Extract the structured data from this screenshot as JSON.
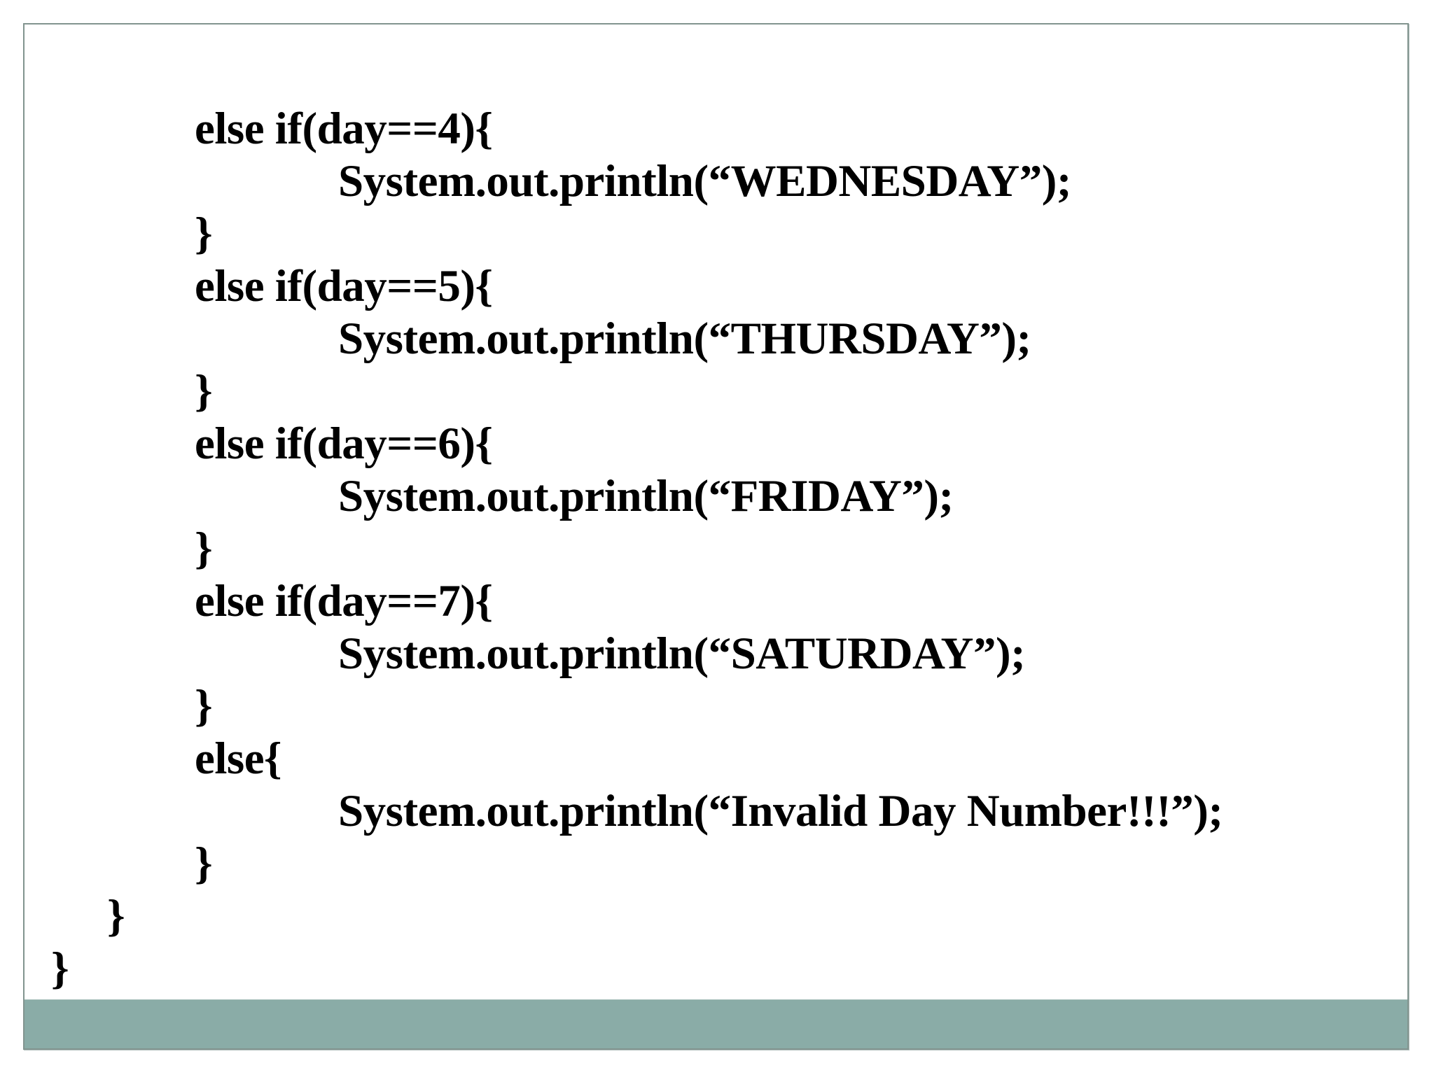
{
  "slide": {
    "background_color": "#ffffff",
    "border_color": "#82948f",
    "accent_bar_color": "#8aaca7",
    "text_color": "#000000",
    "code": {
      "lines": [
        {
          "text": "else if(day==4){",
          "indent": 2
        },
        {
          "text": "System.out.println(“WEDNESDAY”);",
          "indent": 3
        },
        {
          "text": "}",
          "indent": 2
        },
        {
          "text": "else if(day==5){",
          "indent": 2
        },
        {
          "text": "System.out.println(“THURSDAY”);",
          "indent": 3
        },
        {
          "text": "}",
          "indent": 2
        },
        {
          "text": "else if(day==6){",
          "indent": 2
        },
        {
          "text": "System.out.println(“FRIDAY”);",
          "indent": 3
        },
        {
          "text": "}",
          "indent": 2
        },
        {
          "text": "else if(day==7){",
          "indent": 2
        },
        {
          "text": "System.out.println(“SATURDAY”);",
          "indent": 3
        },
        {
          "text": "}",
          "indent": 2
        },
        {
          "text": "else{",
          "indent": 2
        },
        {
          "text": "System.out.println(“Invalid Day Number!!!”);",
          "indent": 3
        },
        {
          "text": "}",
          "indent": 2
        },
        {
          "text": "}",
          "indent": 1
        },
        {
          "text": "}",
          "indent": 0
        }
      ]
    }
  }
}
